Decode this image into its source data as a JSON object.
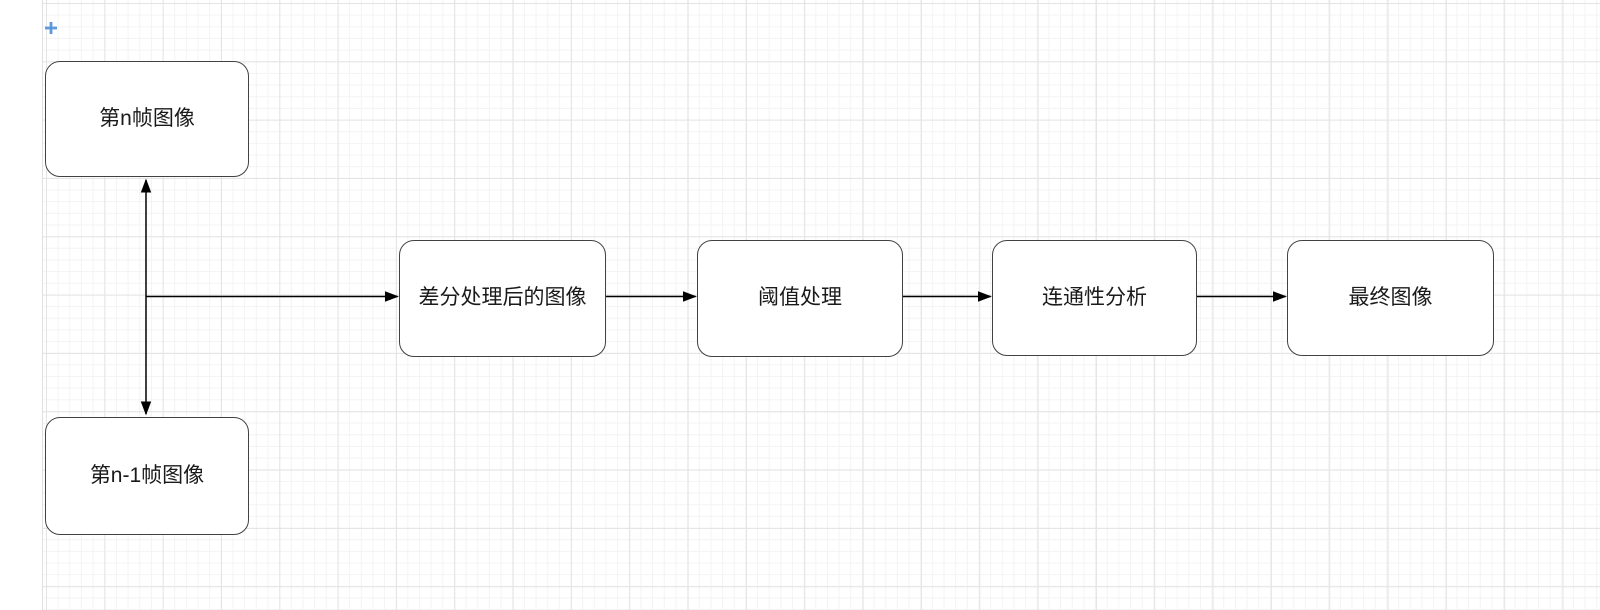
{
  "canvas": {
    "background_color": "#ffffff",
    "grid_minor_color": "#f3f3f3",
    "grid_major_color": "#e4e4e4",
    "origin_marker_color": "#4e90d8"
  },
  "diagram": {
    "connector_color": "#000000",
    "node_border_color": "#424242",
    "node_fill_color": "#ffffff",
    "text_color": "#1a1a1a",
    "nodes": [
      {
        "id": "frame-n",
        "label": "第n帧图像"
      },
      {
        "id": "frame-n-1",
        "label": "第n-1帧图像"
      },
      {
        "id": "diff-processed",
        "label": "差分处理后的图像"
      },
      {
        "id": "threshold",
        "label": "阈值处理"
      },
      {
        "id": "connectivity",
        "label": "连通性分析"
      },
      {
        "id": "final-image",
        "label": "最终图像"
      }
    ],
    "edges": [
      {
        "from": "frame-n",
        "to": "frame-n-1",
        "style": "double-arrow"
      },
      {
        "from": "frame-n/frame-n-1 link",
        "to": "diff-processed",
        "style": "arrow"
      },
      {
        "from": "diff-processed",
        "to": "threshold",
        "style": "arrow"
      },
      {
        "from": "threshold",
        "to": "connectivity",
        "style": "arrow"
      },
      {
        "from": "connectivity",
        "to": "final-image",
        "style": "arrow"
      }
    ]
  }
}
